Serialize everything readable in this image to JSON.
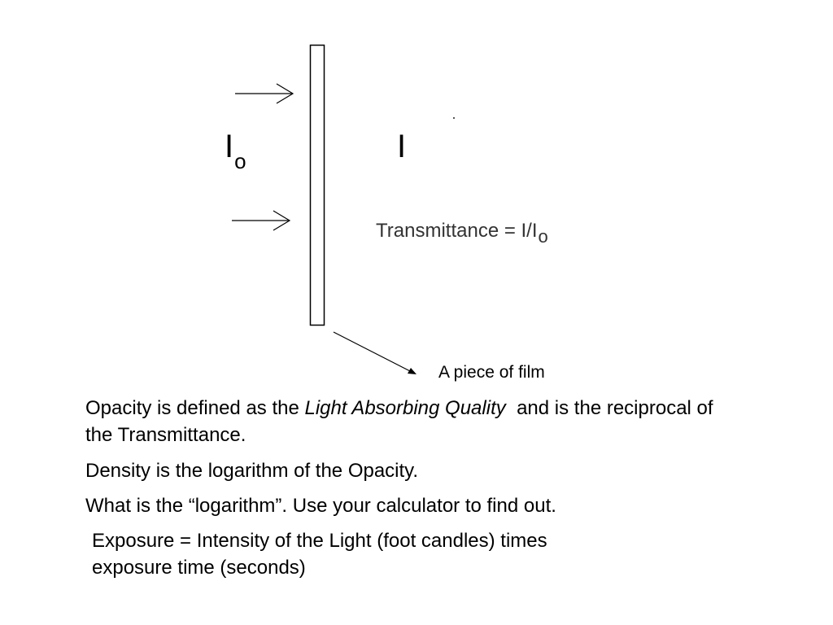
{
  "diagram": {
    "incident_label": "I",
    "incident_subscript": "o",
    "transmitted_label": "I",
    "formula_prefix": "Transmittance = I/I",
    "formula_subscript": "o",
    "film_label": "A piece of film"
  },
  "text": {
    "opacity_part1": "Opacity is defined as the ",
    "opacity_italic": "Light Absorbing Quality",
    "opacity_part2": "  and is the reciprocal of the Transmittance.",
    "density": "Density is the logarithm of the Opacity.",
    "logarithm_question": "What is the “logarithm”. Use your calculator to find out.",
    "exposure_line1": "Exposure = Intensity of the Light (foot candles) times",
    "exposure_line2": "exposure time (seconds)"
  }
}
